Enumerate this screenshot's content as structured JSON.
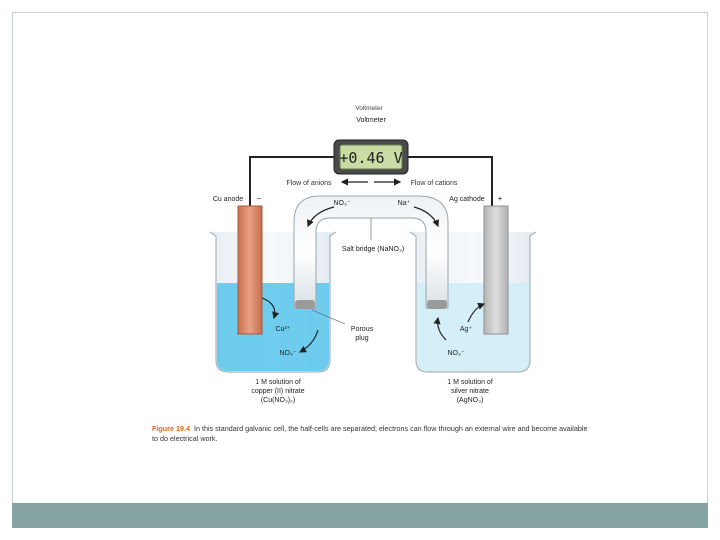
{
  "slide": {
    "accent_color": "#86a3a3",
    "border_color": "#c9d3d3"
  },
  "diagram": {
    "voltmeter_top_label": "Voltmeter",
    "voltmeter_label": "Voltmeter",
    "voltmeter_reading": "+0.46 V",
    "flow_anions": "Flow of anions",
    "flow_cations": "Flow of cations",
    "cu_anode": "Cu anode",
    "anode_sign": "–",
    "ag_cathode": "Ag cathode",
    "cathode_sign": "+",
    "nitrate_bridge": "NO₃⁻",
    "sodium_bridge": "Na⁺",
    "salt_bridge": "Salt bridge (NaNO₃)",
    "porous_plug_line1": "Porous",
    "porous_plug_line2": "plug",
    "cu_ion": "Cu²⁺",
    "nitrate_left": "NO₃⁻",
    "ag_ion": "Ag⁺",
    "nitrate_right": "NO₃⁻",
    "left_solution_line1": "1 M solution of",
    "left_solution_line2": "copper (II) nitrate",
    "left_solution_line3": "(Cu(NO₃)₂)",
    "right_solution_line1": "1 M solution of",
    "right_solution_line2": "silver nitrate",
    "right_solution_line3": "(AgNO₃)",
    "colors": {
      "copper": "#d98a6c",
      "silver": "#c8c8c8",
      "cu_solution": "#5fc8ec",
      "ag_solution": "#d3eef8",
      "display": "#c9dca4"
    }
  },
  "caption": {
    "figure_label": "Figure 19.4",
    "text": "In this standard galvanic cell, the half-cells are separated; electrons can flow through an external wire and become available to do electrical work."
  }
}
